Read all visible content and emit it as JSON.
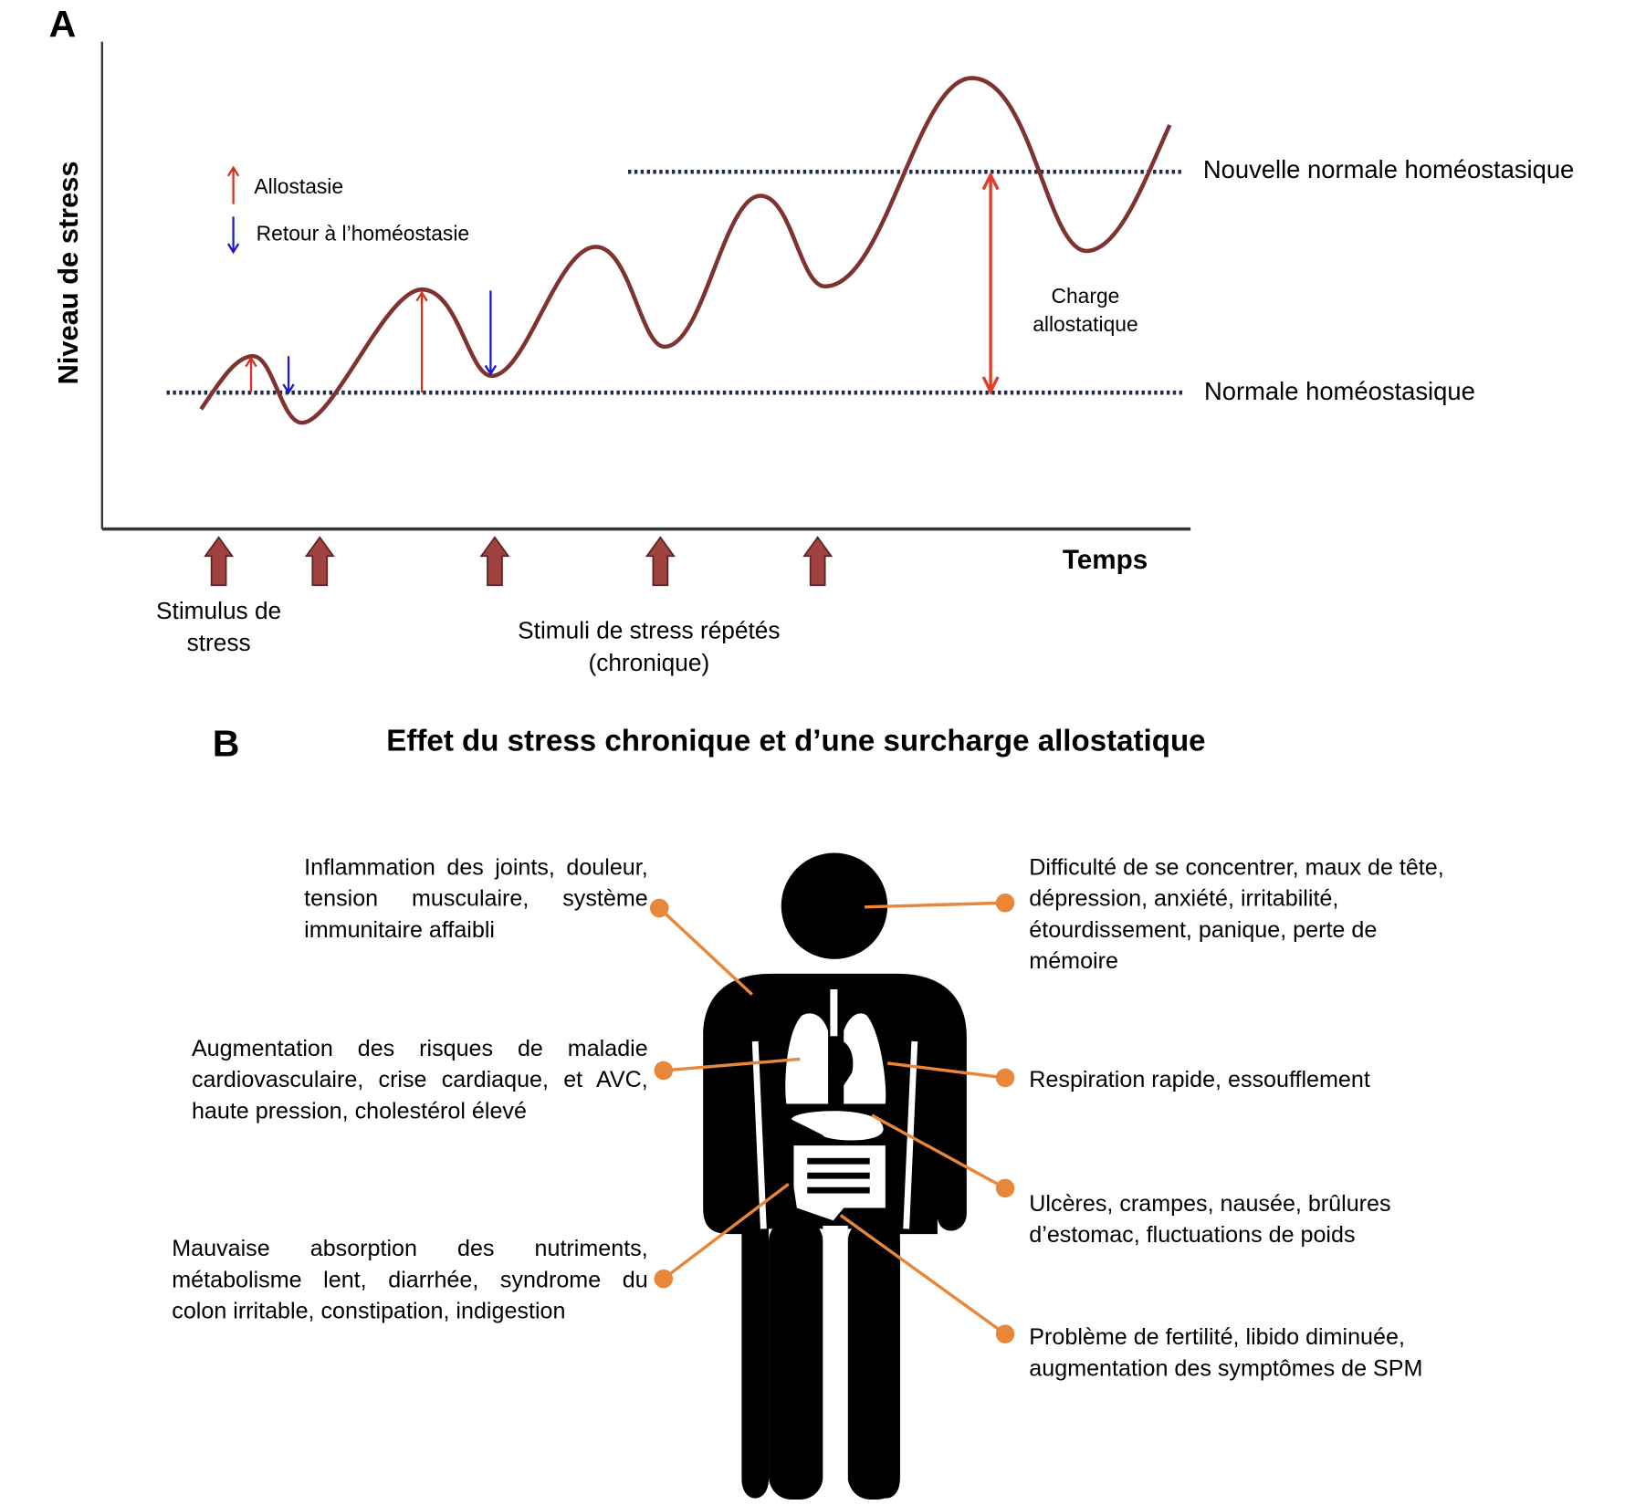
{
  "panel_a": {
    "label": "A",
    "ylabel": "Niveau de stress",
    "xlabel": "Temps",
    "legend": {
      "allostasis": "Allostasie",
      "return": "Retour à l’homéostasie"
    },
    "new_normal": "Nouvelle normale homéostasique",
    "normal": "Normale homéostasique",
    "charge": [
      "Charge",
      "allostatique"
    ],
    "stimulus": [
      "Stimulus de",
      "stress"
    ],
    "repeated": [
      "Stimuli de stress répétés",
      "(chronique)"
    ],
    "colors": {
      "curve": "#7e3331",
      "up_arrow": "#d8301f",
      "down_arrow": "#1a1ad0",
      "stimulus_arrow": "#a0423f",
      "dotted": "#1f2a44"
    }
  },
  "panel_b": {
    "label": "B",
    "title": "Effet du stress chronique et d’une surcharge allostatique",
    "accent": "#e8863a",
    "left": [
      "Inflammation des joints, douleur, tension musculaire, système immunitaire affaibli",
      "Augmentation des risques de maladie cardiovasculaire, crise cardiaque, et AVC, haute pression, cholestérol élevé",
      "Mauvaise absorption des nutriments, métabolisme lent, diarrhée, syndrome du colon irritable, constipation, indigestion"
    ],
    "right": [
      "Difficulté de se concentrer, maux de tête, dépression, anxiété, irritabilité, étourdissement, panique, perte de mémoire",
      "Respiration rapide, essoufflement",
      "Ulcères, crampes, nausée, brûlures d’estomac, fluctuations de poids",
      "Problème de fertilité, libido diminuée, augmentation des symptômes de SPM"
    ]
  }
}
